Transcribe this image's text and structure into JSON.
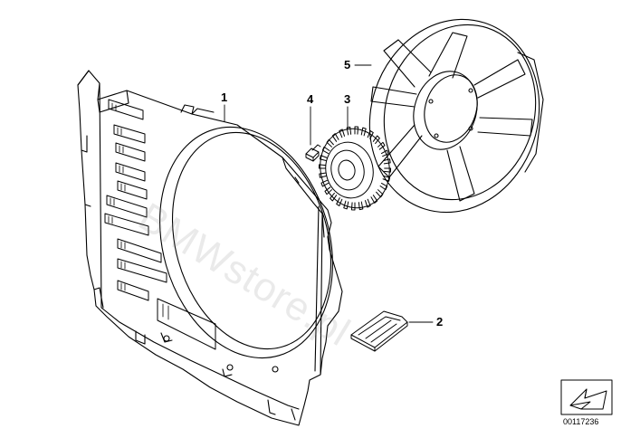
{
  "callouts": {
    "c1": "1",
    "c2": "2",
    "c3": "3",
    "c4": "4",
    "c5": "5"
  },
  "watermark": "BMWstore.pl",
  "reference_number": "00117236",
  "icons": {
    "catalog_arrow": "arrow-box-icon"
  },
  "colors": {
    "line": "#000000",
    "background": "#ffffff"
  }
}
